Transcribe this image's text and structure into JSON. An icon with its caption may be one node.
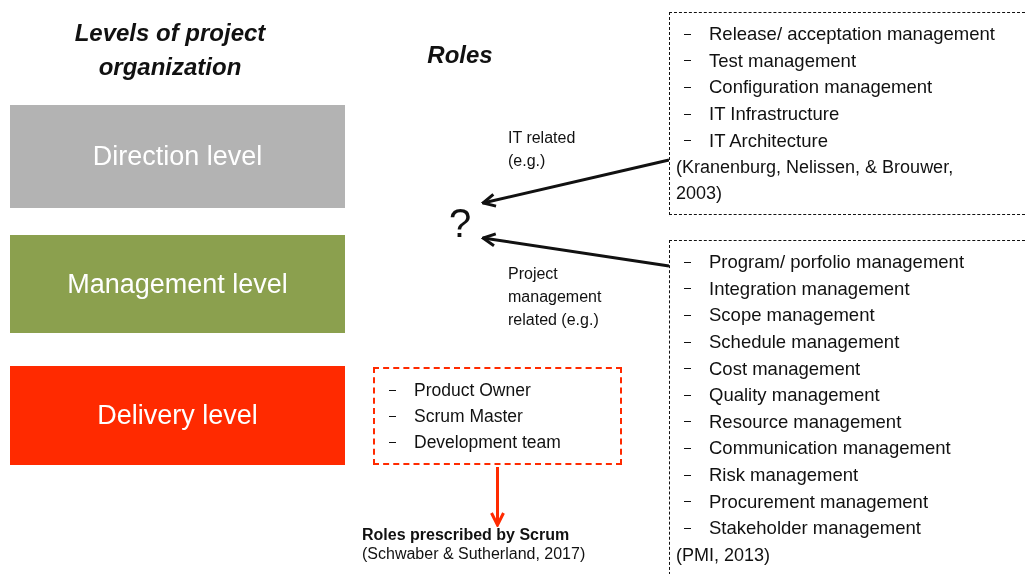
{
  "diagram": {
    "nodes": [
      {
        "text": [
          "Direction level"
        ]
      },
      {
        "text": [
          "Management level"
        ]
      },
      {
        "text": [
          "Delivery level"
        ]
      },
      {
        "text": [
          "?"
        ]
      },
      {
        "text": [
          "Release/ acceptation management",
          "Test management",
          "Configuration management",
          "IT Infrastructure",
          "IT Architecture",
          "(Kranenburg, Nelissen, & Brouwer, 2003)"
        ]
      },
      {
        "text": [
          "Program/ porfolio management",
          "Integration management",
          "Scope management",
          "Schedule management",
          "Cost management",
          "Quality management",
          "Resource management",
          "Communication management",
          "Risk management",
          "Procurement management",
          "Stakeholder management",
          "(PMI, 2013)"
        ]
      },
      {
        "text": [
          "Product Owner",
          "Scrum Master",
          "Development team"
        ]
      },
      {
        "text": [
          "Roles prescribed by Scrum",
          "(Schwaber & Sutherland, 2017)"
        ]
      }
    ],
    "edges": [
      {
        "from": 4,
        "to": 3,
        "arrow": "to",
        "label": "IT related (e.g.)"
      },
      {
        "from": 5,
        "to": 3,
        "arrow": "to",
        "label": "Project management related (e.g.)"
      },
      {
        "from": 6,
        "to": 7,
        "arrow": "to",
        "color": "#ff2a00"
      }
    ],
    "labels": [
      "Levels of project organization",
      "Roles"
    ]
  }
}
